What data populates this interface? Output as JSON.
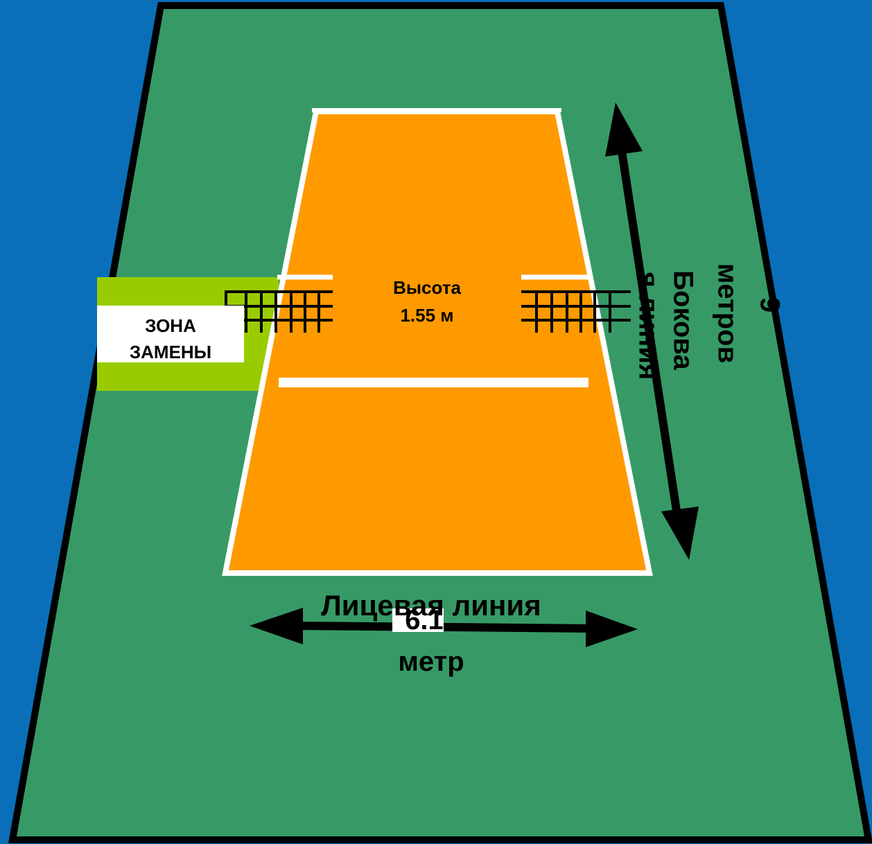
{
  "colors": {
    "background": "#0a6fb8",
    "floor": "#379a66",
    "court": "#fe9a00",
    "substitution_zone": "#99cc00",
    "lines": "#ffffff",
    "outline": "#000000"
  },
  "net_label": {
    "line1": "Высота",
    "line2": "1.55 м"
  },
  "substitution_zone": {
    "line1": "ЗОНА",
    "line2": "ЗАМЕНЫ"
  },
  "side_line": {
    "name_line1": "Бокова",
    "name_line2": "я линия",
    "length_value": "9",
    "length_unit": "метров"
  },
  "end_line": {
    "name": "Лицевая линия",
    "length_value": "6.1",
    "length_unit": "метр"
  },
  "icons": {
    "arrows": "double-headed-arrow-icon",
    "net": "net-icon"
  }
}
